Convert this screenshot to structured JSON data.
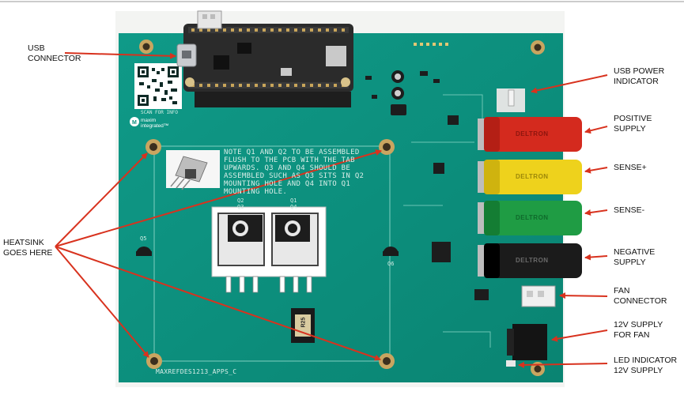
{
  "callouts": {
    "usb_connector": [
      "USB",
      "CONNECTOR"
    ],
    "heatsink": [
      "HEATSINK",
      "GOES HERE"
    ],
    "usb_power_indicator": [
      "USB POWER",
      "INDICATOR"
    ],
    "positive_supply": [
      "POSITIVE",
      "SUPPLY"
    ],
    "sense_plus": "SENSE+",
    "sense_minus": "SENSE-",
    "negative_supply": [
      "NEGATIVE",
      "SUPPLY"
    ],
    "fan_connector": [
      "FAN",
      "CONNECTOR"
    ],
    "supply_12v_fan": [
      "12V SUPPLY",
      "FOR FAN"
    ],
    "led_indicator": [
      "LED INDICATOR",
      "12V SUPPLY"
    ]
  },
  "board": {
    "note": [
      "NOTE Q1 AND Q2 TO BE ASSEMBLED",
      "FLUSH TO THE PCB WITH THE TAB",
      "UPWARDS.    Q3 AND Q4 SHOULD BE",
      "ASSEMBLED SUCH AS Q3 SITS IN Q2",
      "MOUNTING HOLE AND Q4 INTO Q1",
      "MOUNTING HOLE."
    ],
    "board_id": "MAXREFDES1213_APPS_C",
    "brand": [
      "maxim",
      "integrated™"
    ],
    "scan_label": "SCAN FOR INFO",
    "plug_brand": "DELTRON",
    "resistor_code": "R25",
    "q_labels": {
      "q2": "Q2",
      "q3": "Q3",
      "q1": "Q1",
      "q4": "Q4",
      "q5": "Q5",
      "q6": "Q6"
    }
  },
  "colors": {
    "pcb": "#0c8f7e",
    "arrow": "#d8321e",
    "plug_red": "#d42a1e",
    "plug_yellow": "#eed21c",
    "plug_green": "#1f9c44",
    "plug_black": "#1b1b1b"
  }
}
